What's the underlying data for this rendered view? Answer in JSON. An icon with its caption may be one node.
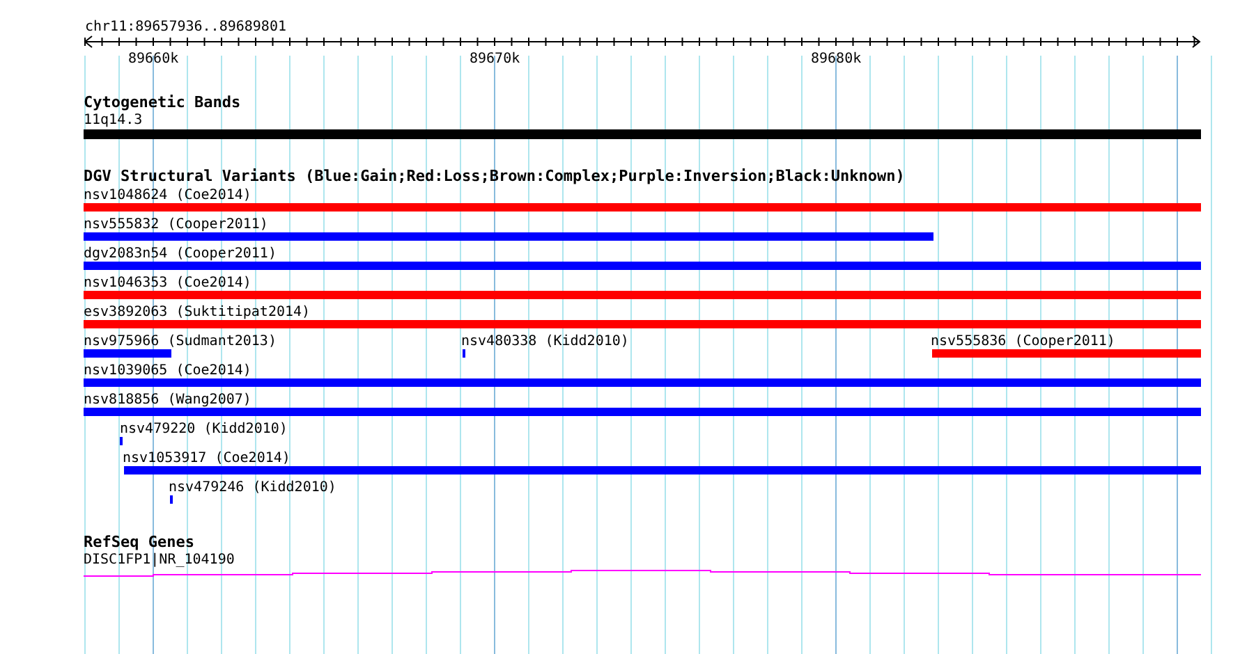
{
  "diagram": {
    "nodes": [
      {
        "text": [
          "11q14.3"
        ]
      },
      {
        "text": [
          "nsv1048624 (Coe2014)"
        ]
      },
      {
        "text": [
          "nsv555832 (Cooper2011)"
        ]
      },
      {
        "text": [
          "dgv2083n54 (Cooper2011)"
        ]
      },
      {
        "text": [
          "nsv1046353 (Coe2014)"
        ]
      },
      {
        "text": [
          "esv3892063 (Suktitipat2014)"
        ]
      },
      {
        "text": [
          "nsv975966 (Sudmant2013)"
        ]
      },
      {
        "text": [
          "nsv480338 (Kidd2010)"
        ]
      },
      {
        "text": [
          "nsv555836 (Cooper2011)"
        ]
      },
      {
        "text": [
          "nsv1039065 (Coe2014)"
        ]
      },
      {
        "text": [
          "nsv818856 (Wang2007)"
        ]
      },
      {
        "text": [
          "nsv479220 (Kidd2010)"
        ]
      },
      {
        "text": [
          "nsv1053917 (Coe2014)"
        ]
      },
      {
        "text": [
          "nsv479246 (Kidd2010)"
        ]
      },
      {
        "text": [
          "DISC1FP1|NR_104190"
        ]
      }
    ],
    "labels": [
      "chr11:89657936..89689801",
      "89660k",
      "89670k",
      "89680k",
      "Cytogenetic Bands",
      "DGV Structural Variants (Blue:Gain;Red:Loss;Brown:Complex;Purple:Inversion;Black:Unknown)",
      "RefSeq Genes"
    ]
  }
}
